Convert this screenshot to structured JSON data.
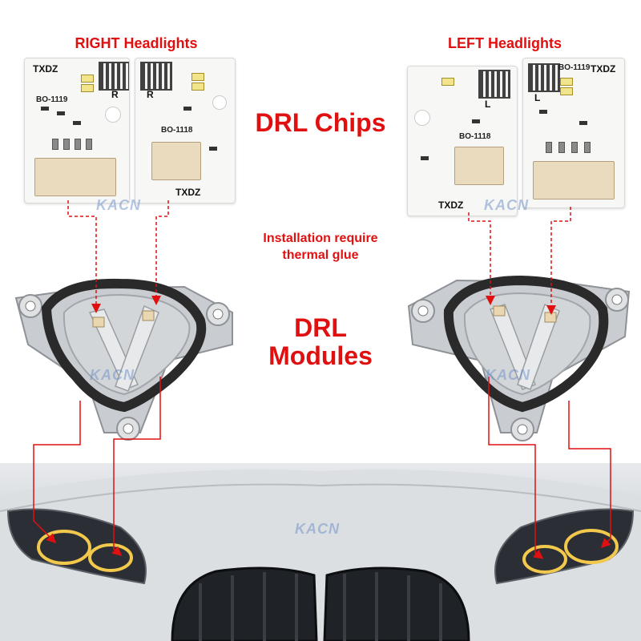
{
  "headings": {
    "right": "RIGHT Headlights",
    "left": "LEFT Headlights",
    "chips": "DRL Chips",
    "modules_line1": "DRL",
    "modules_line2": "Modules",
    "note_line1": "Installation require",
    "note_line2": "thermal glue"
  },
  "pcb_labels": {
    "right_a_brand": "TXDZ",
    "right_a_part": "BO-1119",
    "right_a_side": "R",
    "right_b_side": "R",
    "right_b_part": "BO-1118",
    "right_b_brand": "TXDZ",
    "left_a_side": "L",
    "left_a_part": "BO-1118",
    "left_a_brand": "TXDZ",
    "left_b_part": "BO-1119",
    "left_b_brand": "TXDZ",
    "left_b_side": "L"
  },
  "watermark": "KACN",
  "colors": {
    "accent_red": "#e01010",
    "led_yellow": "#f2c94c",
    "gasket": "#2a2a2a"
  }
}
